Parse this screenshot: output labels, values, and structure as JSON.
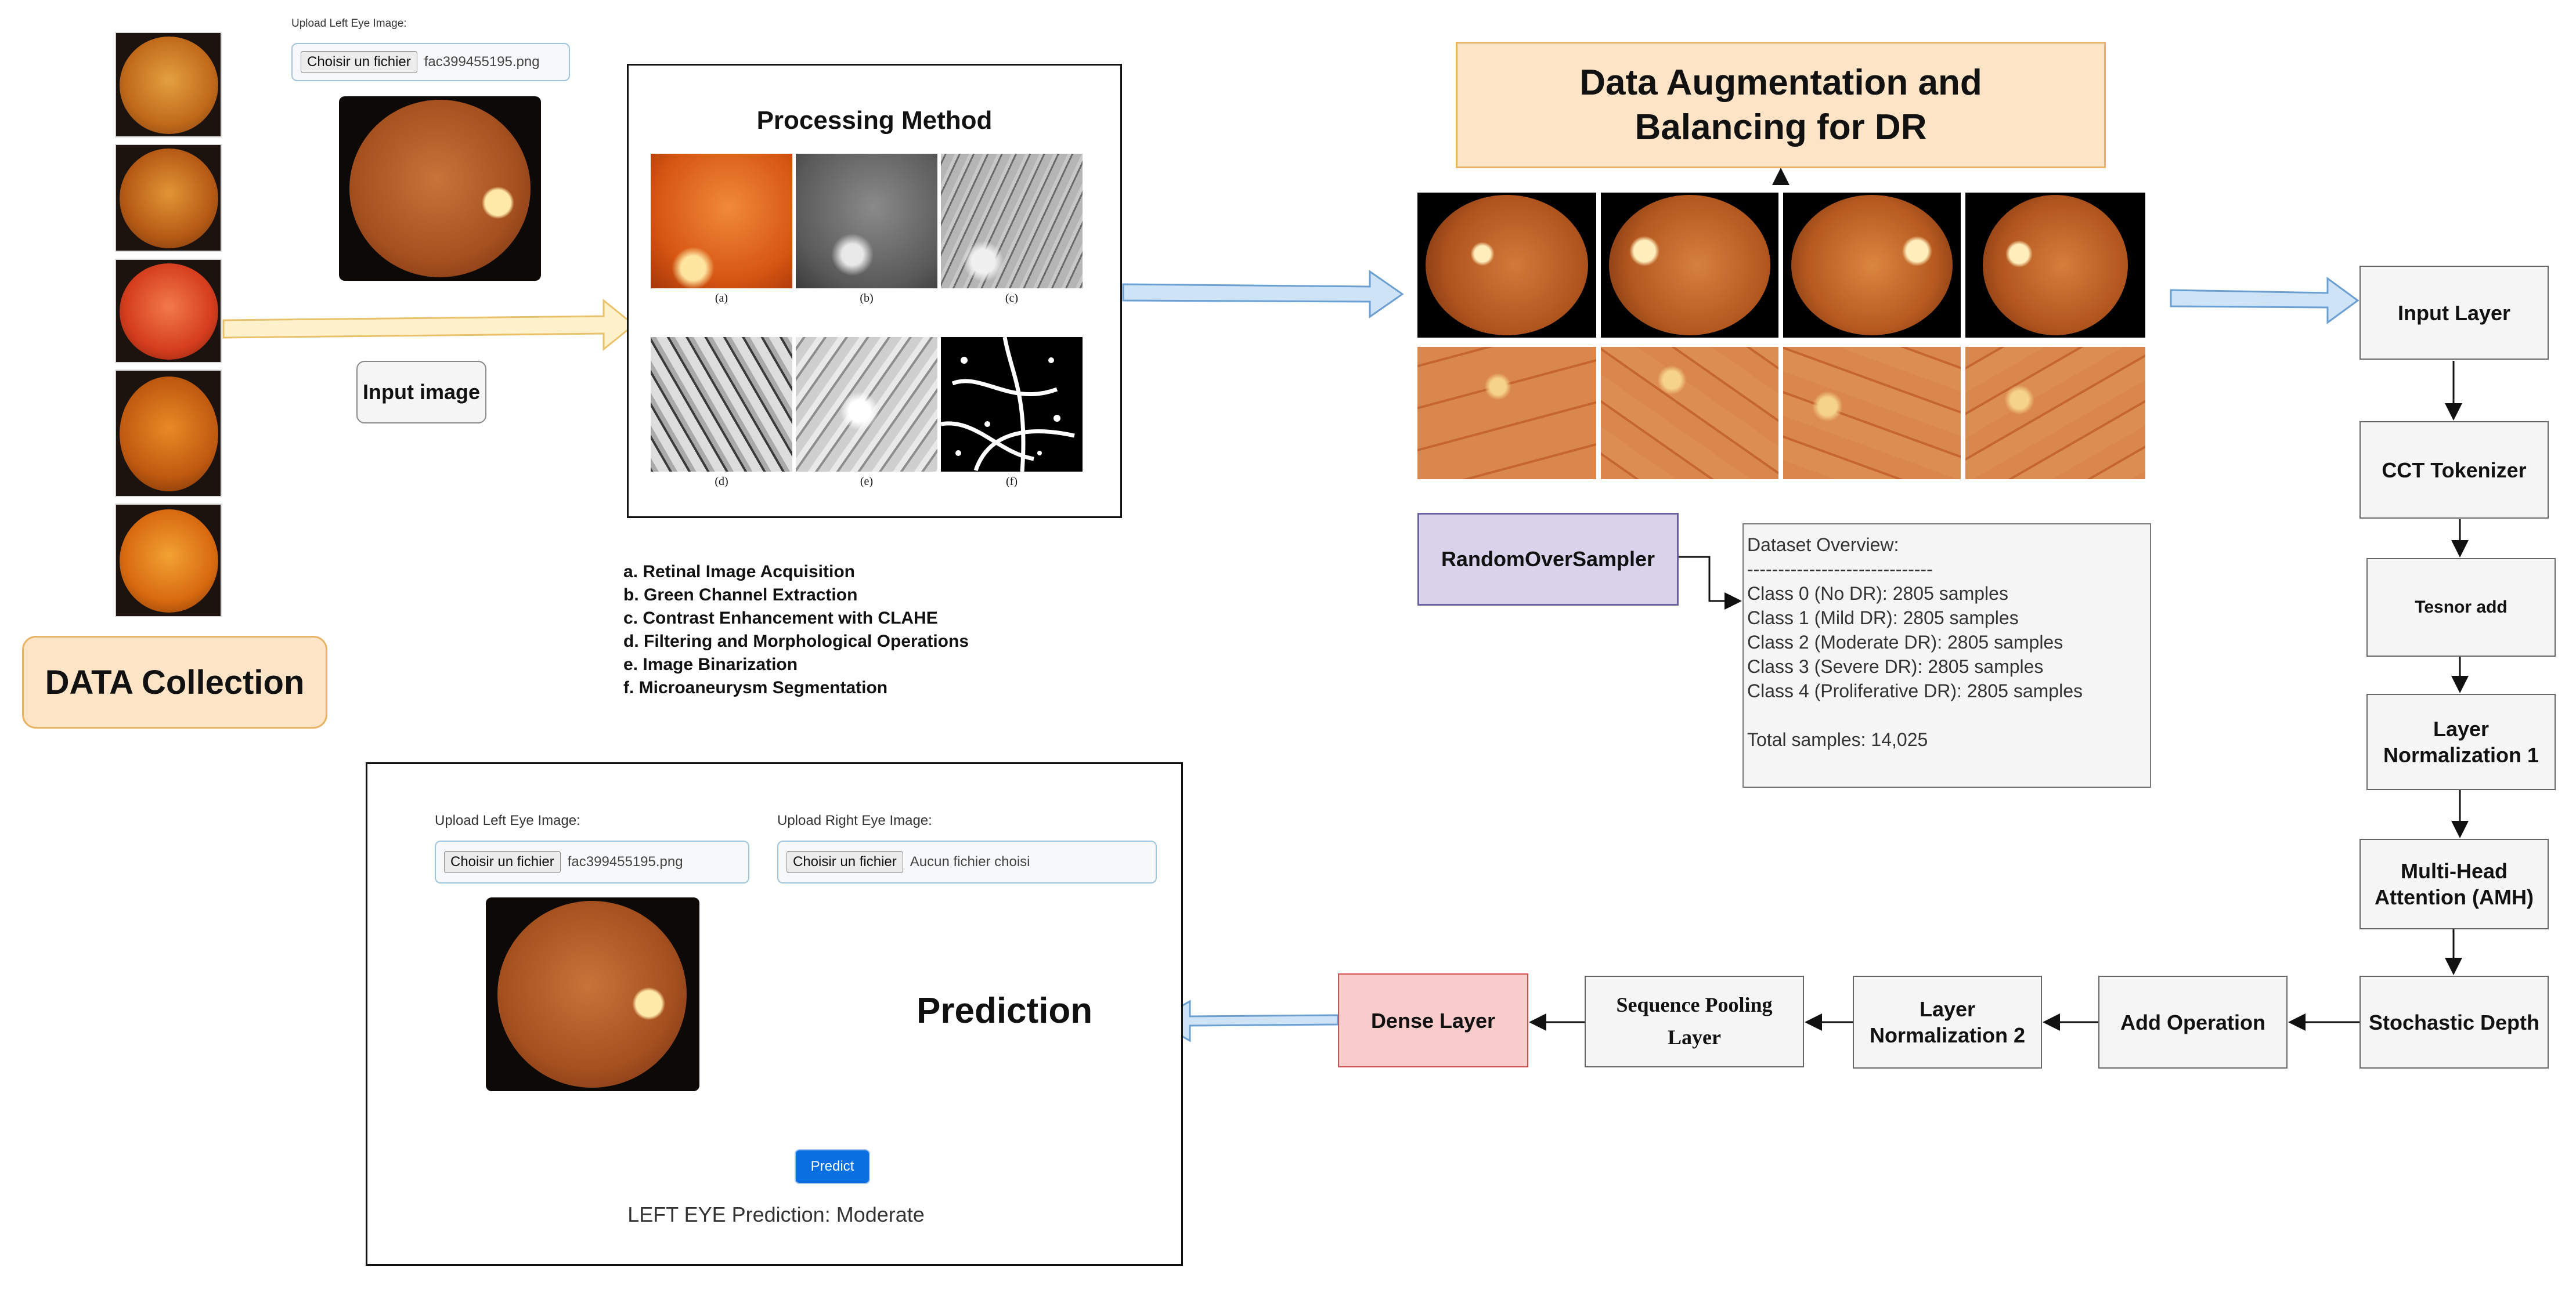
{
  "upload_top": {
    "label": "Upload Left Eye Image:",
    "button": "Choisir un fichier",
    "filename": "fac399455195.png"
  },
  "input_image_label": "Input image",
  "data_collection_label": "DATA Collection",
  "processing": {
    "title": "Processing Method",
    "captions": [
      "(a)",
      "(b)",
      "(c)",
      "(d)",
      "(e)",
      "(f)"
    ],
    "steps": [
      "a. Retinal Image Acquisition",
      "b. Green Channel Extraction",
      "c. Contrast Enhancement with CLAHE",
      "d. Filtering and Morphological Operations",
      "e. Image Binarization",
      "f. Microaneurysm Segmentation"
    ]
  },
  "augmentation_title": "Data Augmentation and Balancing for DR",
  "random_over_sampler": "RandomOverSampler",
  "dataset_overview": {
    "title": "Dataset Overview:",
    "divider": "------------------------------",
    "lines": [
      "Class 0 (No DR): 2805 samples",
      "Class 1 (Mild DR): 2805 samples",
      "Class 2 (Moderate DR): 2805 samples",
      "Class 3 (Severe DR): 2805 samples",
      "Class 4 (Proliferative DR): 2805 samples"
    ],
    "total": "Total samples: 14,025"
  },
  "pipeline": {
    "input_layer": "Input Layer",
    "cct_tokenizer": "CCT Tokenizer",
    "tensor_add": "Tesnor add",
    "layer_norm_1": "Layer Normalization 1",
    "mha": "Multi-Head Attention (AMH)",
    "stochastic_depth": "Stochastic Depth",
    "add_operation": "Add Operation",
    "layer_norm_2": "Layer Normalization 2",
    "sequence_pooling": "Sequence Pooling Layer",
    "dense_layer": "Dense Layer"
  },
  "prediction_panel": {
    "left_label": "Upload Left Eye Image:",
    "right_label": "Upload Right Eye Image:",
    "button": "Choisir un fichier",
    "left_filename": "fac399455195.png",
    "right_filename": "Aucun fichier choisi",
    "title": "Prediction",
    "predict_button": "Predict",
    "result": "LEFT EYE Prediction: Moderate"
  },
  "colors": {
    "data_collection_bg": "#fde4c6",
    "augmentation_bg": "#fde4c6",
    "sampler_bg": "#d8d2ea",
    "dense_bg": "#f9cccc",
    "arrow_blue": "#cfe3f7",
    "arrow_yellow": "#fff1cc",
    "predict_btn": "#0a6fe0"
  }
}
